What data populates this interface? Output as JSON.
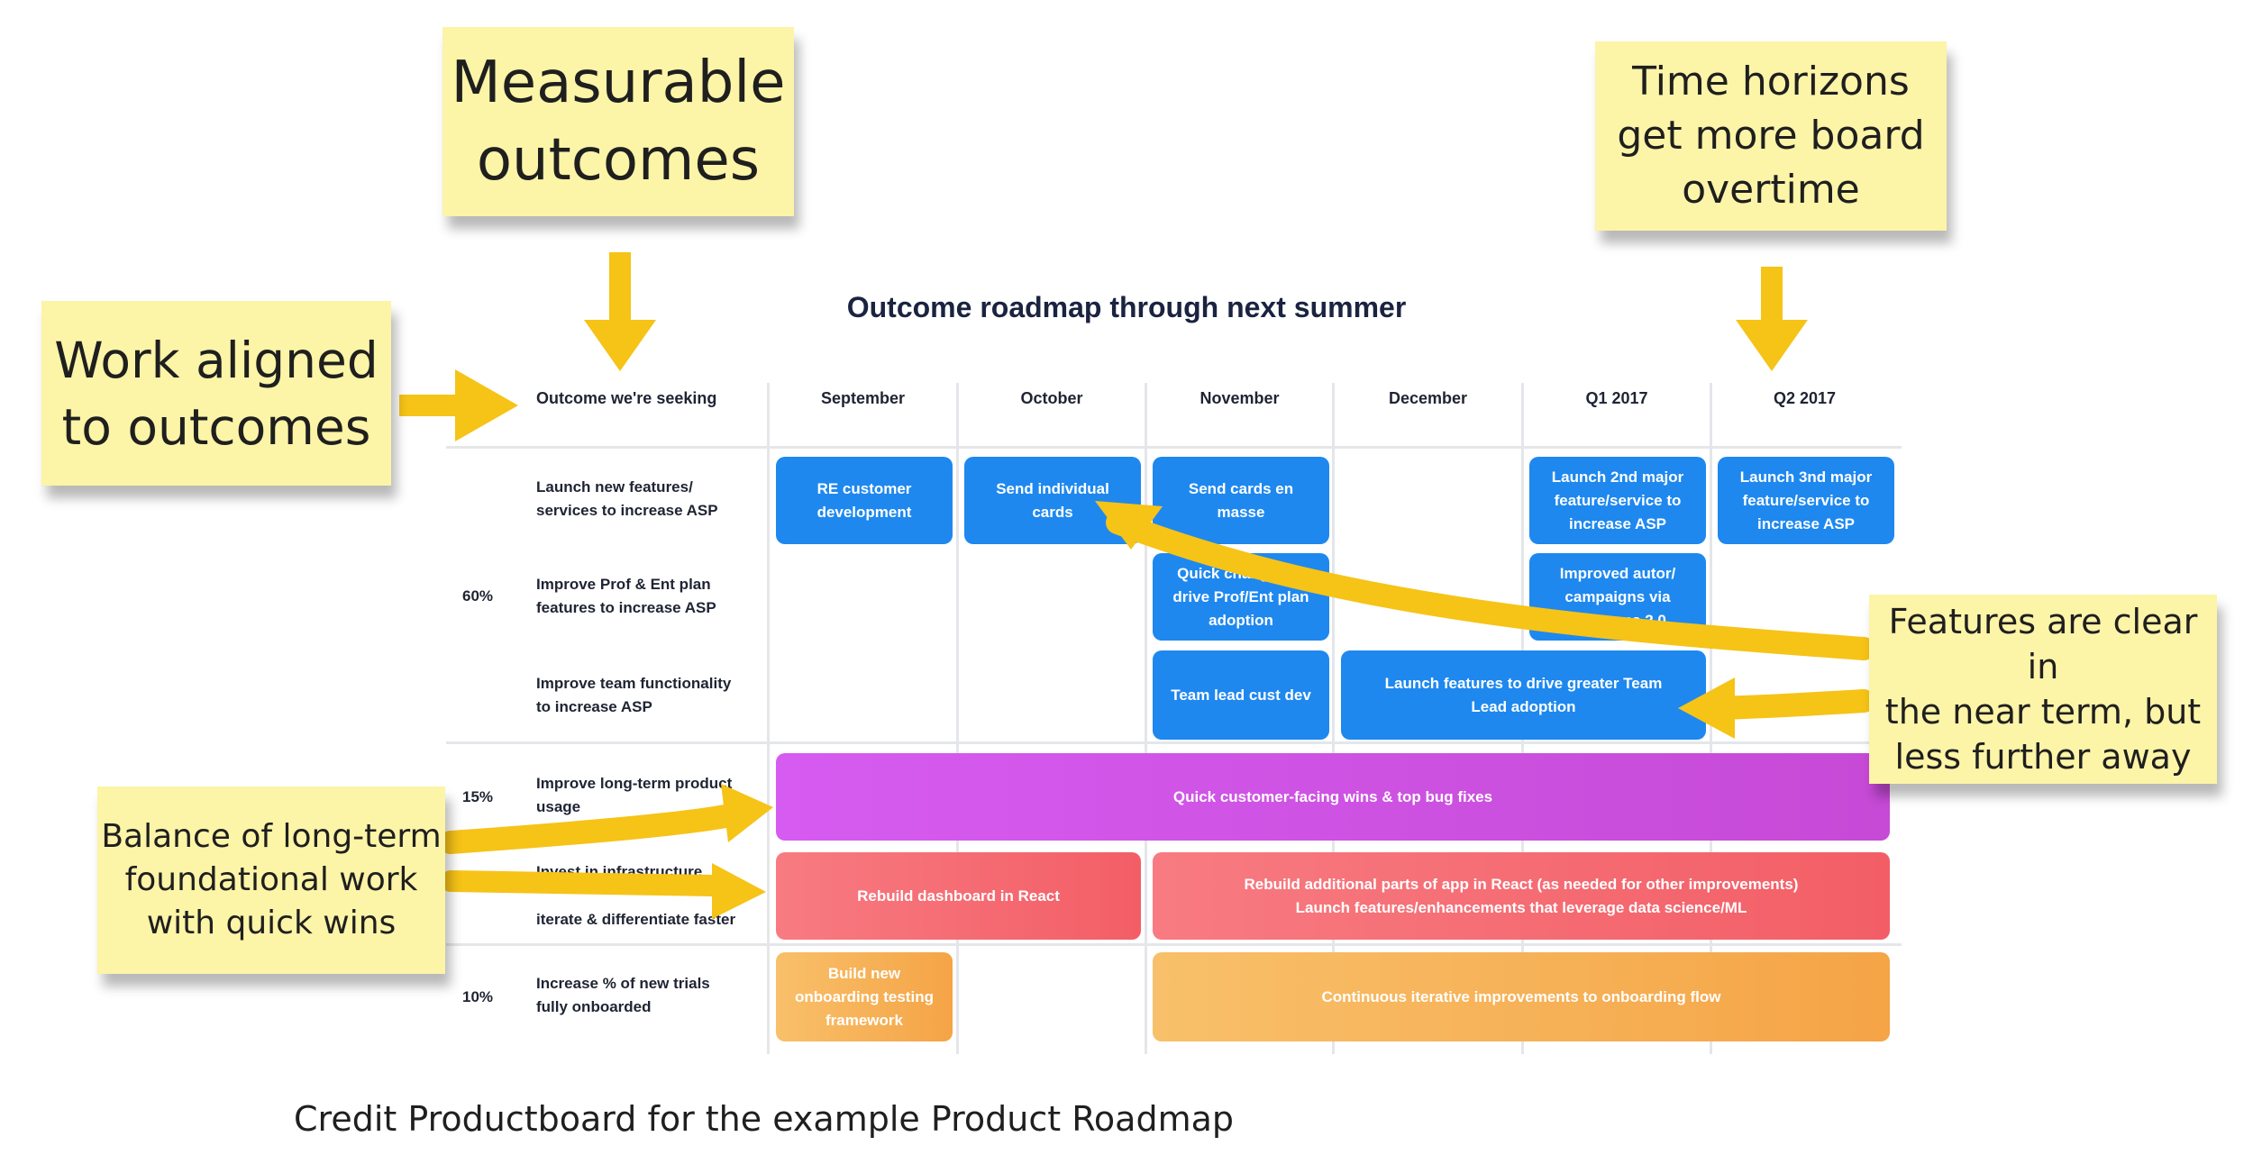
{
  "notes": {
    "measurable": "Measurable\noutcomes",
    "time_horizons": "Time horizons\nget more board\novertime",
    "work_aligned": "Work aligned\nto outcomes",
    "features_clear": "Features are clear in\nthe near term, but\nless further away",
    "balance": "Balance of long-term\nfoundational work\nwith quick wins"
  },
  "roadmap": {
    "title": "Outcome roadmap through next summer",
    "outcome_header": "Outcome we're seeking",
    "columns": [
      "September",
      "October",
      "November",
      "December",
      "Q1 2017",
      "Q2 2017"
    ],
    "percentages": [
      "60%",
      "15%",
      "10%"
    ],
    "outcomes": [
      "Launch new features/\nservices to increase ASP",
      "Improve Prof & Ent plan\nfeatures to increase ASP",
      "Improve team functionality\nto increase ASP",
      "Improve long-term product\nusage",
      "Invest in infrastructure",
      "iterate & differentiate faster",
      "Increase % of new trials\nfully onboarded"
    ],
    "cards": {
      "re_customer": "RE customer\ndevelopment",
      "send_individual": "Send individual\ncards",
      "send_masse": "Send cards en\nmasse",
      "launch_2nd": "Launch 2nd major\nfeature/service to\nincrease ASP",
      "launch_3rd": "Launch 3nd major\nfeature/service to\nincrease ASP",
      "quick_changes": "Quick changes to\ndrive Prof/Ent plan\nadoption",
      "improved_auto": "Improved autor/\ncampaigns via\nPrograms 2.0",
      "team_lead": "Team lead cust dev",
      "launch_team": "Launch features to drive greater Team\nLead adoption",
      "quick_wins": "Quick customer-facing wins & top bug fixes",
      "rebuild_dashboard": "Rebuild dashboard in React",
      "rebuild_additional": "Rebuild additional parts of app in React (as needed for other improvements)\nLaunch features/enhancements that leverage data science/ML",
      "build_onboarding": "Build new\nonboarding testing\nframework",
      "continuous": "Continuous iterative improvements to onboarding flow"
    }
  },
  "credit": "Credit Productboard for the example Product Roadmap",
  "colors": {
    "note": "#fcf4a7",
    "arrow": "#f6c317",
    "blue": "#1e88ef",
    "purple": "#d65bf0",
    "red": "#f35e66",
    "orange": "#f5a446"
  }
}
